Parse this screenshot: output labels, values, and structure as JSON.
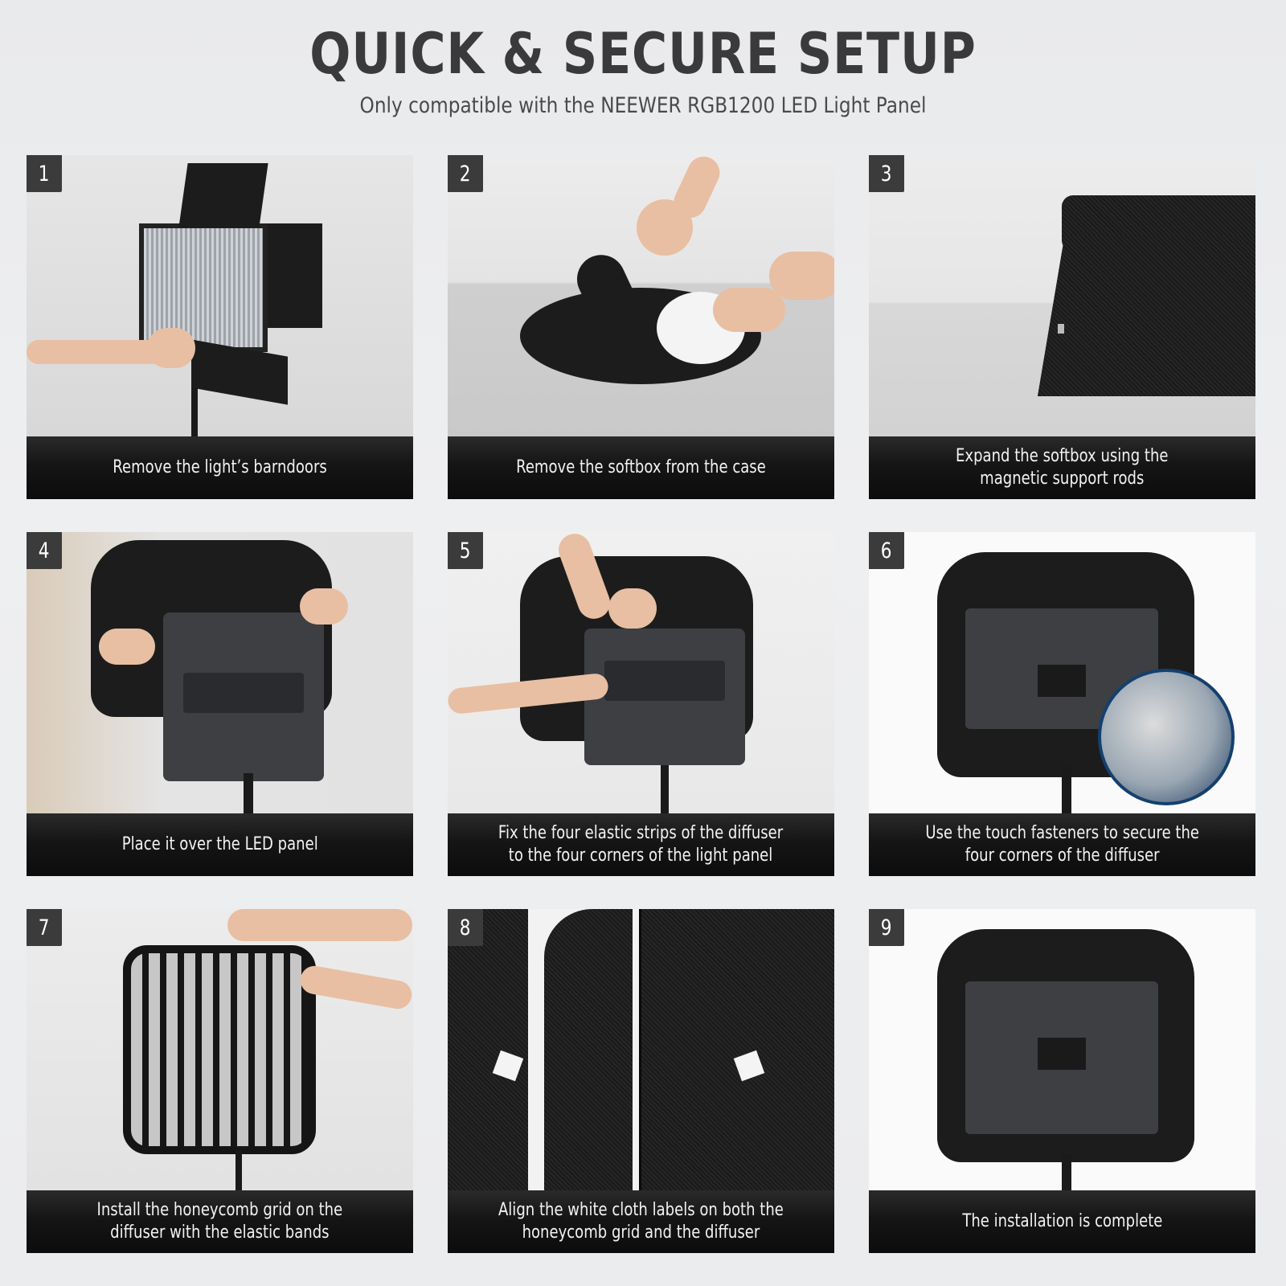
{
  "header": {
    "title": "QUICK & SECURE SETUP",
    "subtitle": "Only compatible with the NEEWER RGB1200 LED Light Panel"
  },
  "steps": [
    {
      "number": "1",
      "caption": "Remove the light’s barndoors"
    },
    {
      "number": "2",
      "caption": "Remove the softbox from the case"
    },
    {
      "number": "3",
      "caption": "Expand the softbox using the\nmagnetic support rods"
    },
    {
      "number": "4",
      "caption": "Place it over the LED panel"
    },
    {
      "number": "5",
      "caption": "Fix the four elastic strips of the diffuser\nto the four corners of the light panel"
    },
    {
      "number": "6",
      "caption": "Use the touch fasteners to secure the\nfour corners of the diffuser"
    },
    {
      "number": "7",
      "caption": "Install the honeycomb grid on the\ndiffuser with the elastic bands"
    },
    {
      "number": "8",
      "caption": "Align the white cloth labels on both the\nhoneycomb grid and the diffuser"
    },
    {
      "number": "9",
      "caption": "The installation is complete"
    }
  ],
  "colors": {
    "background": "#ebecee",
    "title": "#3a3a3c",
    "caption_bar": "#111111",
    "badge": "#3b3b3b"
  }
}
